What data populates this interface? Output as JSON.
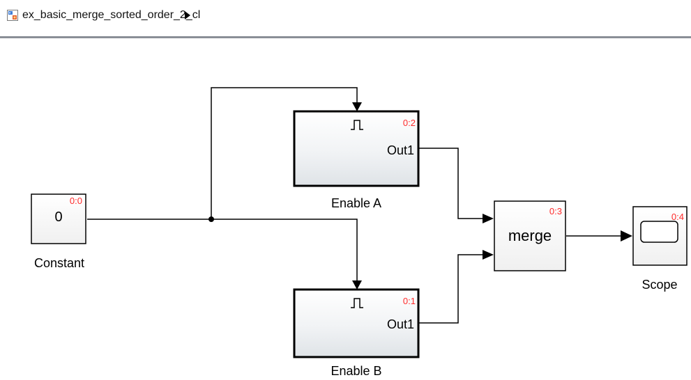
{
  "breadcrumb": {
    "model_name": "ex_basic_merge_sorted_order_2_cl"
  },
  "icons": {
    "model": "simulink-model-icon",
    "expand": "triangle-right-icon",
    "enable_port": "enable-port-icon",
    "scope_screen": "scope-screen-icon"
  },
  "colors": {
    "sorted_order": "#ff2a2a",
    "line": "#000000",
    "block_border": "#000000"
  },
  "blocks": {
    "constant": {
      "name": "Constant",
      "value": "0",
      "order": "0:0"
    },
    "enable_a": {
      "name": "Enable A",
      "port": "Out1",
      "order": "0:2"
    },
    "enable_b": {
      "name": "Enable B",
      "port": "Out1",
      "order": "0:1"
    },
    "merge": {
      "name": "merge",
      "order": "0:3"
    },
    "scope": {
      "name": "Scope",
      "order": "0:4"
    }
  }
}
